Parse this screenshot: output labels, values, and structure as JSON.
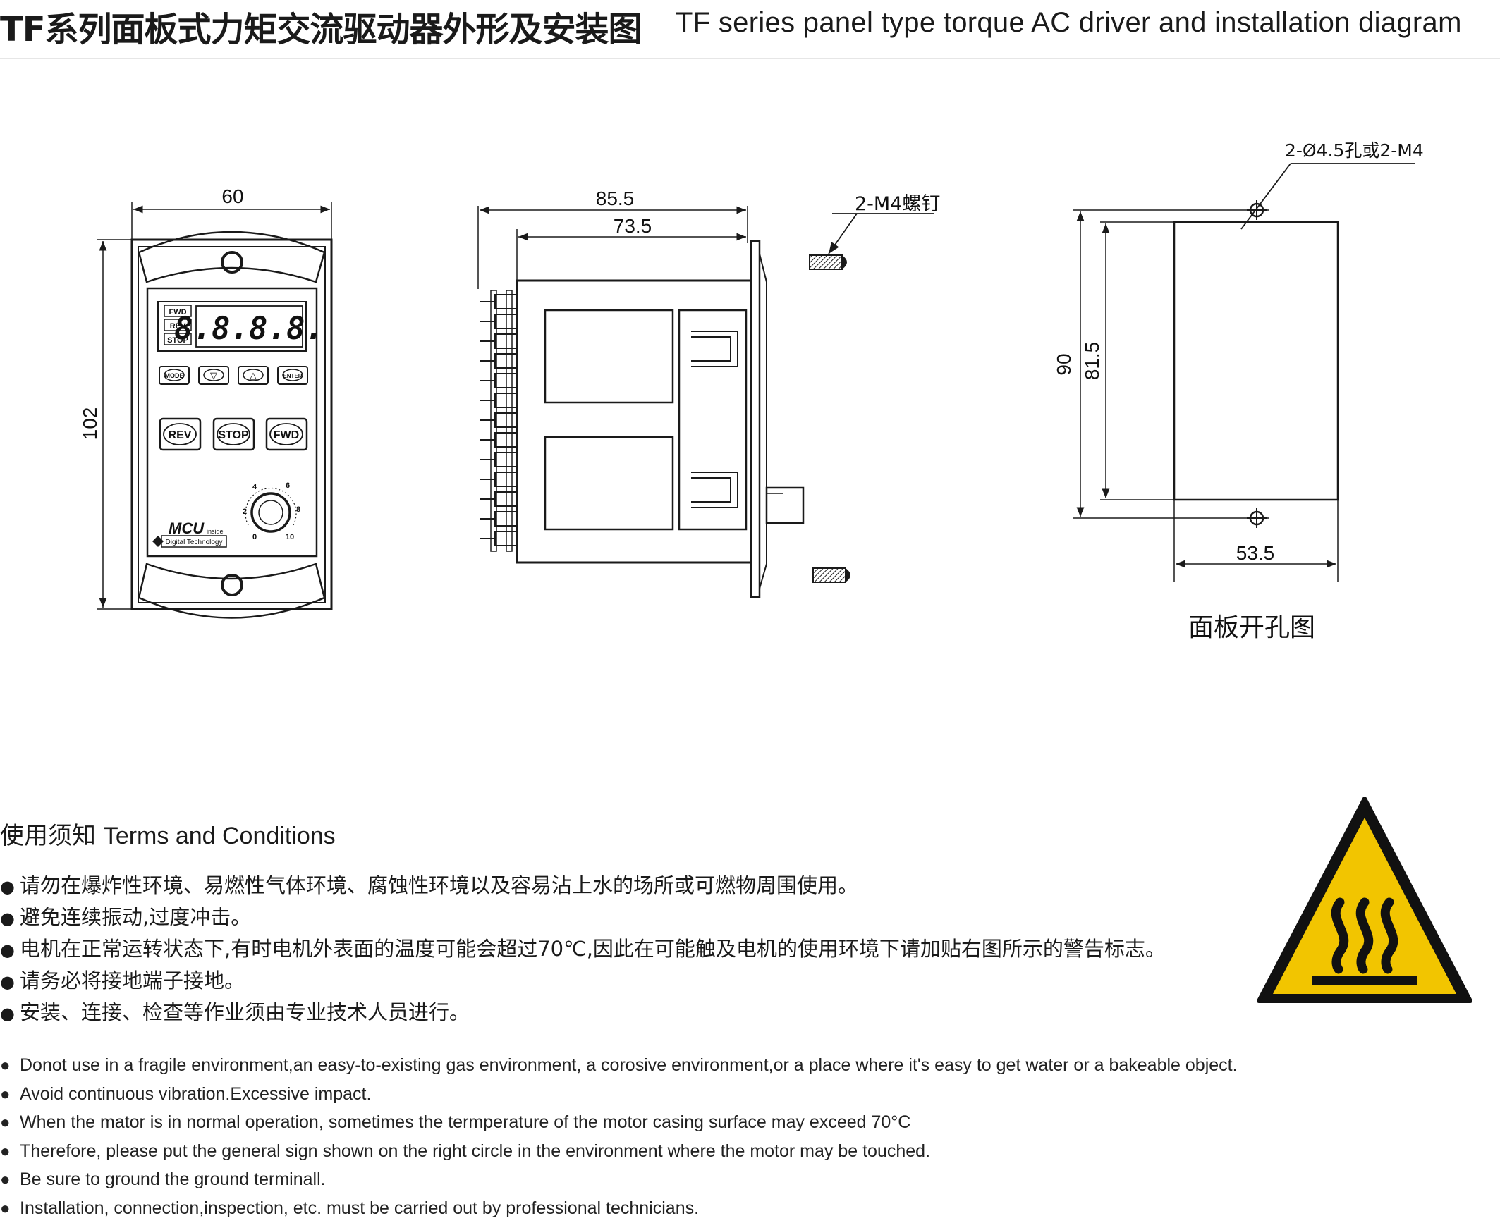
{
  "title": {
    "zh": "TF系列面板式力矩交流驱动器外形及安装图",
    "en": "TF series panel type  torque AC driver and installation diagram"
  },
  "front_view": {
    "width_dim": "60",
    "height_dim": "102",
    "led_indicators": [
      "FWD",
      "REV",
      "STOP"
    ],
    "display_digits": "8.8.8.8.",
    "small_keys": [
      "MODE",
      "▽",
      "△",
      "ENTER"
    ],
    "large_keys": [
      "REV",
      "STOP",
      "FWD"
    ],
    "knob_scale": [
      "0",
      "2",
      "4",
      "6",
      "8",
      "10"
    ],
    "brand": "MCU",
    "brand_sub": "inside",
    "brand_line": "Digital Technology"
  },
  "side_view": {
    "overall_depth": "85.5",
    "body_depth": "73.5",
    "screw_label": "2-M4螺钉"
  },
  "cutout_view": {
    "hole_label": "2-Ø4.5孔或2-M4",
    "dim_outer": "90",
    "dim_inner": "81.5",
    "dim_width": "53.5",
    "caption": "面板开孔图"
  },
  "terms": {
    "heading_zh": "使用须知",
    "heading_en": "Terms and Conditions",
    "bullet": "●",
    "zh_items": [
      "请勿在爆炸性环境、易燃性气体环境、腐蚀性环境以及容易沾上水的场所或可燃物周围使用。",
      "避免连续振动,过度冲击。",
      "电机在正常运转状态下,有时电机外表面的温度可能会超过70℃,因此在可能触及电机的使用环境下请加贴右图所示的警告标志。",
      "请务必将接地端子接地。",
      "安装、连接、检查等作业须由专业技术人员进行。"
    ],
    "en_items": [
      "Donot use in a fragile environment,an easy-to-existing gas environment, a corosive environment,or a place where it's easy to get water or a bakeable object.",
      "Avoid continuous vibration.Excessive impact.",
      "When the mator is in normal operation, sometimes the termperature of the motor casing surface may exceed 70°C",
      "Therefore, please put the general sign shown on the right circle in the environment where the motor may be touched.",
      "Be sure to ground the ground terminall.",
      "Installation, connection,inspection, etc. must be carried out by professional technicians."
    ]
  },
  "colors": {
    "warning_fill": "#f2c500",
    "warning_border": "#111111",
    "line": "#1a1a1a"
  },
  "icons": {
    "warning": "hot-surface-warning-icon"
  }
}
